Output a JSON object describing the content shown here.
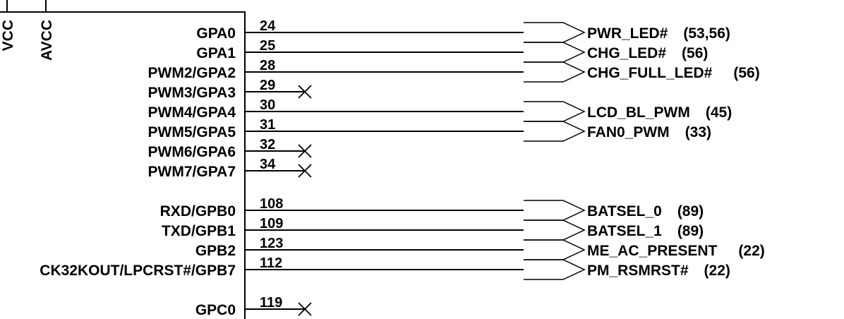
{
  "power_pins": [
    {
      "name": "VCC"
    },
    {
      "name": "AVCC"
    }
  ],
  "pins": [
    {
      "name": "GPA0",
      "number": "24",
      "connection": "net",
      "net": "PWR_LED#",
      "ref": "(53,56)"
    },
    {
      "name": "GPA1",
      "number": "25",
      "connection": "net",
      "net": "CHG_LED#",
      "ref": "(56)"
    },
    {
      "name": "PWM2/GPA2",
      "number": "28",
      "connection": "net",
      "net": "CHG_FULL_LED#",
      "ref": "(56)"
    },
    {
      "name": "PWM3/GPA3",
      "number": "29",
      "connection": "nc"
    },
    {
      "name": "PWM4/GPA4",
      "number": "30",
      "connection": "net",
      "net": "LCD_BL_PWM",
      "ref": "(45)"
    },
    {
      "name": "PWM5/GPA5",
      "number": "31",
      "connection": "net",
      "net": "FAN0_PWM",
      "ref": "(33)"
    },
    {
      "name": "PWM6/GPA6",
      "number": "32",
      "connection": "nc"
    },
    {
      "name": "PWM7/GPA7",
      "number": "34",
      "connection": "nc"
    },
    {
      "name": "RXD/GPB0",
      "number": "108",
      "connection": "net",
      "net": "BATSEL_0",
      "ref": "(89)"
    },
    {
      "name": "TXD/GPB1",
      "number": "109",
      "connection": "net",
      "net": "BATSEL_1",
      "ref": "(89)"
    },
    {
      "name": "GPB2",
      "number": "123",
      "connection": "net",
      "net": "ME_AC_PRESENT",
      "ref": "(22)"
    },
    {
      "name": "CK32KOUT/LPCRST#/GPB7",
      "number": "112",
      "connection": "net",
      "net": "PM_RSMRST#",
      "ref": "(22)"
    },
    {
      "name": "GPC0",
      "number": "119",
      "connection": "nc"
    }
  ]
}
